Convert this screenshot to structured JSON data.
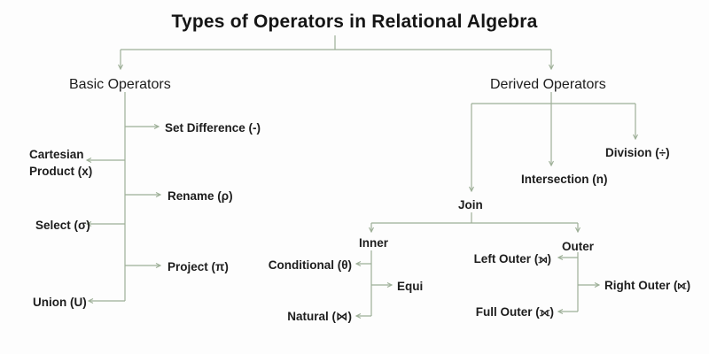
{
  "diagram": {
    "title": "Types of Operators in Relational Algebra",
    "basic": {
      "label": "Basic Operators",
      "children": {
        "set_difference": "Set Difference (-)",
        "cartesian_product": "Cartesian Product (x)",
        "rename": "Rename (ρ)",
        "select": "Select (σ)",
        "project": "Project (π)",
        "union": "Union (U)"
      }
    },
    "derived": {
      "label": "Derived Operators",
      "children": {
        "division": "Division (÷)",
        "intersection": "Intersection (n)",
        "join": {
          "label": "Join",
          "inner": {
            "label": "Inner",
            "children": {
              "conditional": "Conditional (θ)",
              "equi": "Equi",
              "natural": "Natural (⋈)"
            }
          },
          "outer": {
            "label": "Outer",
            "children": {
              "left_outer": "Left Outer (⟕)",
              "right_outer": "Right Outer (⟖)",
              "full_outer": "Full Outer (⟗)"
            }
          }
        }
      }
    },
    "colors": {
      "background": "#fdfdfd",
      "connector": "#9daf97",
      "title_text": "#151515",
      "node_text": "#1d1d1d"
    }
  }
}
